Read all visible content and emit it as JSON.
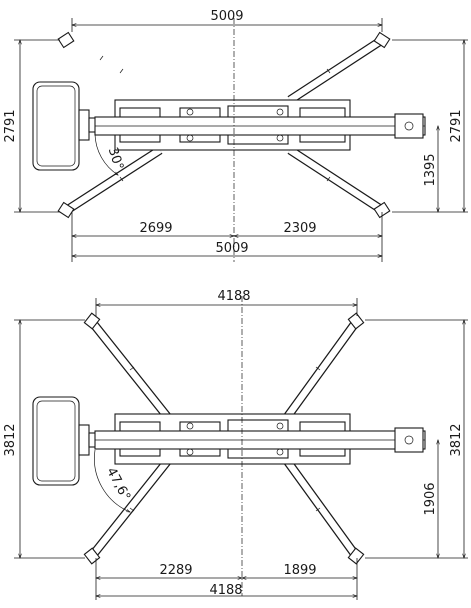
{
  "top_view": {
    "width_top": "5009",
    "width_bottom": "5009",
    "left_span": "2699",
    "right_span": "2309",
    "height_left": "2791",
    "height_right": "2791",
    "half_height": "1395",
    "angle": "30°"
  },
  "bottom_view": {
    "width_top": "4188",
    "width_bottom": "4188",
    "left_span": "2289",
    "right_span": "1899",
    "height_left": "3812",
    "height_right": "3812",
    "half_height": "1906",
    "angle": "47,6°"
  }
}
